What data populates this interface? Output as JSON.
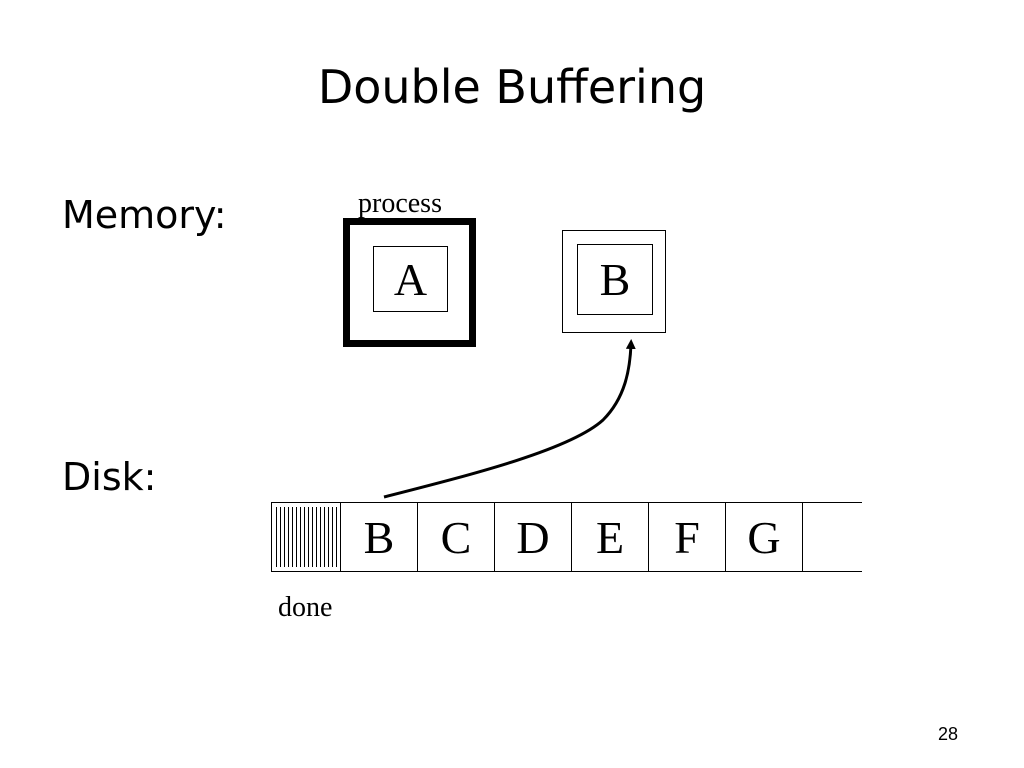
{
  "slide": {
    "title": "Double Buffering",
    "page_number": "28"
  },
  "memory": {
    "label": "Memory:",
    "process_label": "process",
    "buffers": [
      {
        "label": "A",
        "active": true
      },
      {
        "label": "B",
        "active": false
      }
    ]
  },
  "disk": {
    "label": "Disk:",
    "done_label": "done",
    "blocks": [
      "B",
      "C",
      "D",
      "E",
      "F",
      "G"
    ]
  },
  "arrow": {
    "from": "disk-block-B",
    "to": "memory-buffer-B"
  }
}
